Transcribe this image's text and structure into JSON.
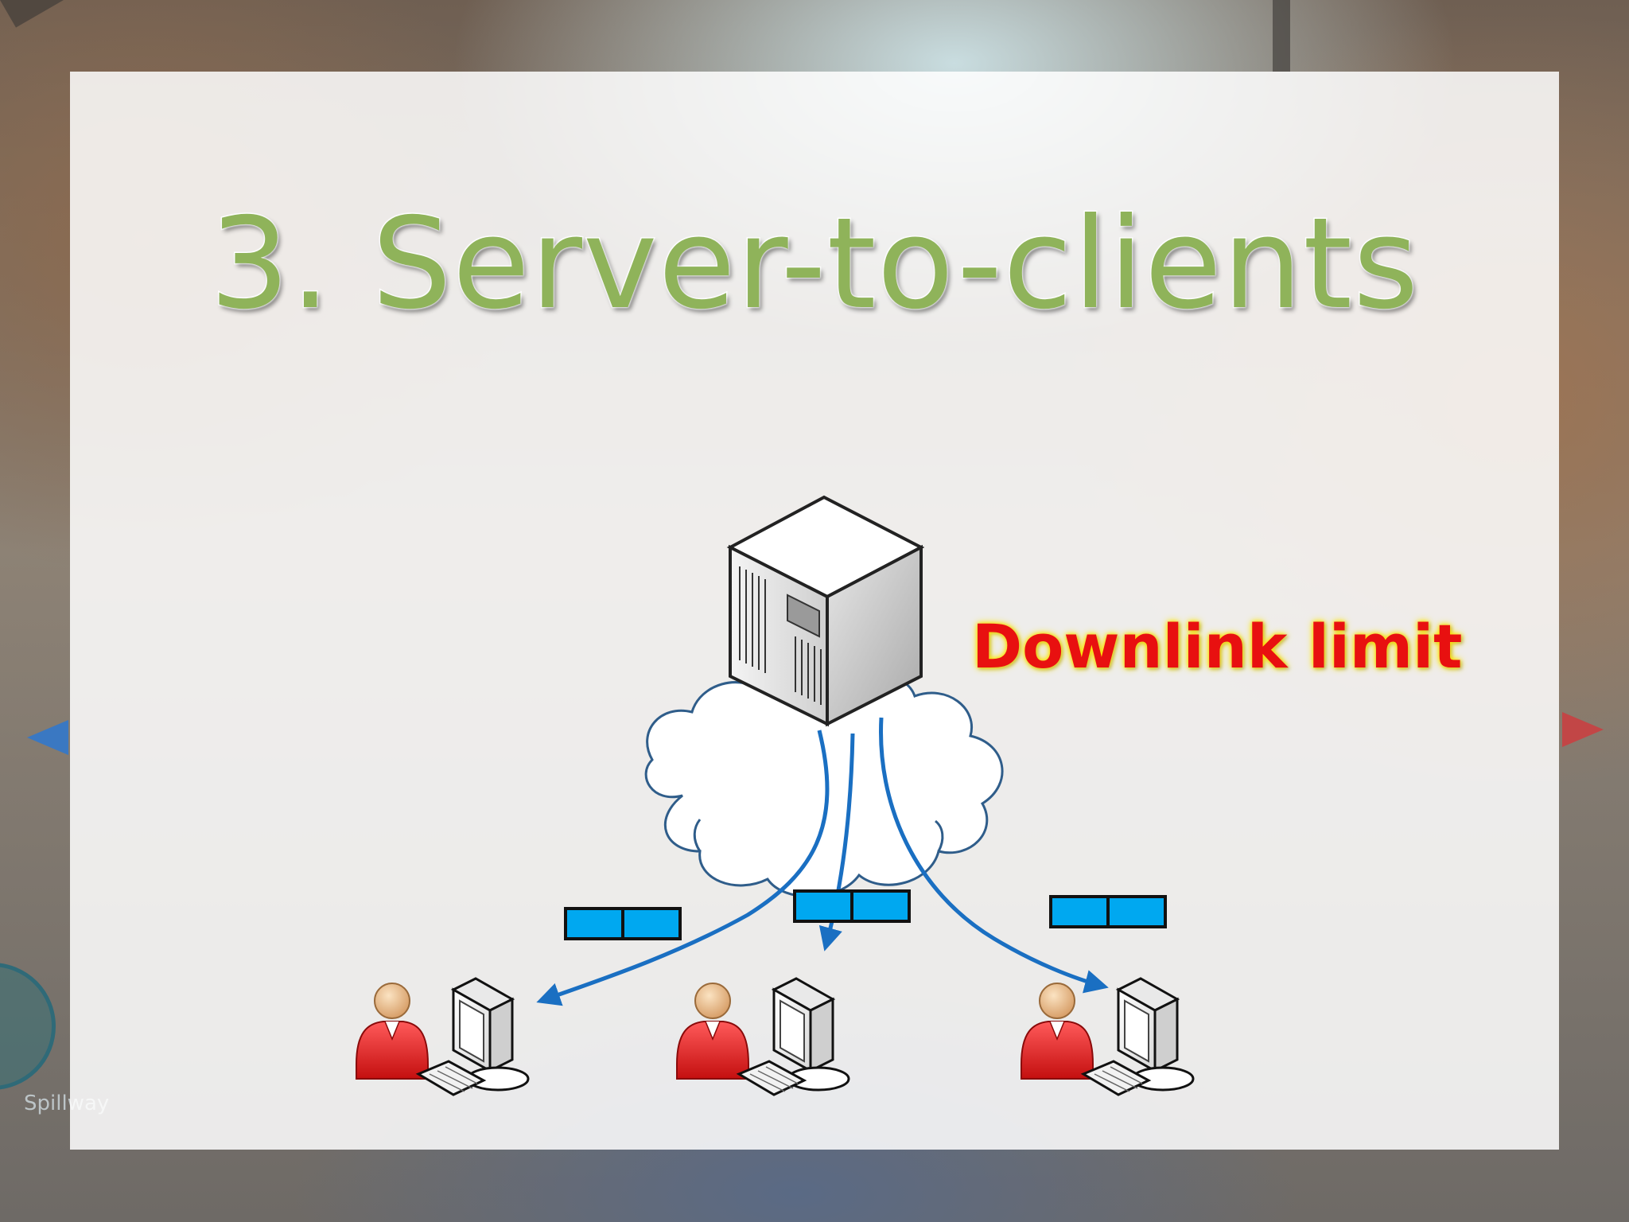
{
  "slide": {
    "title": "3. Server-to-clients",
    "callout": "Downlink limit",
    "accent_title_color": "#8fb35a",
    "accent_callout_color": "#e81010",
    "flow_color": "#1a6fc2",
    "packet_color": "#00a8f0"
  },
  "background": {
    "map_label": "Spillway"
  },
  "diagram": {
    "nodes": [
      "server-icon",
      "network-cloud-icon",
      "client-1",
      "client-2",
      "client-3"
    ],
    "packets_per_link": 2
  }
}
